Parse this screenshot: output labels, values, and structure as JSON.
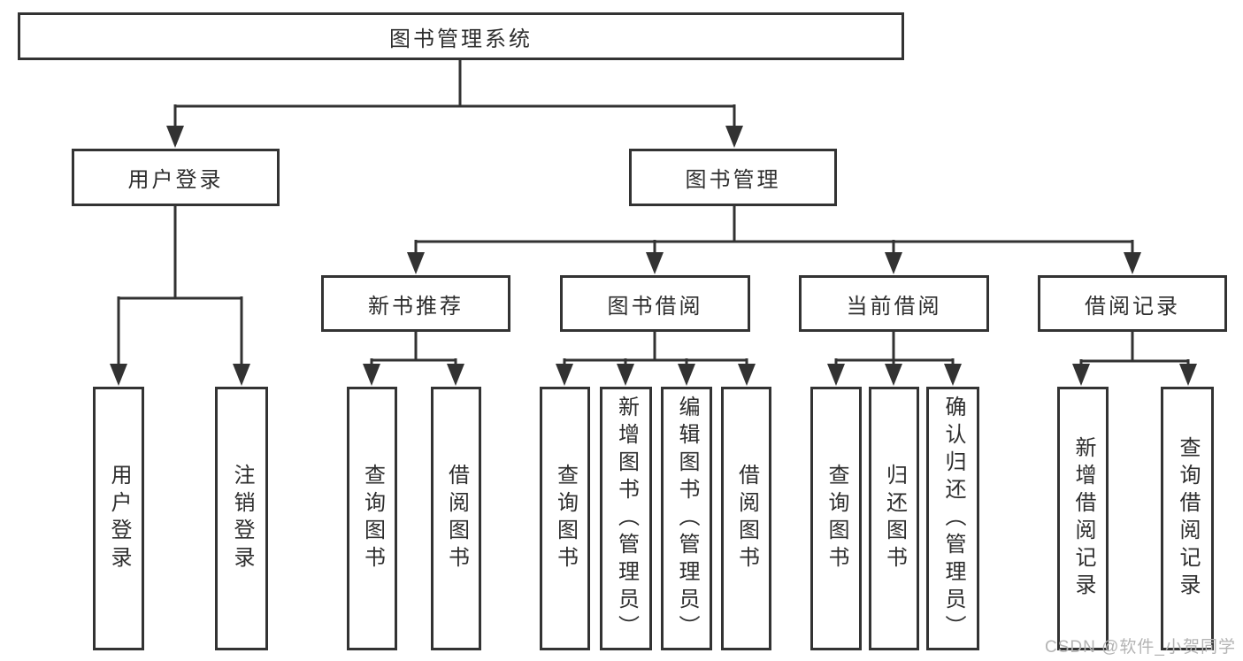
{
  "diagram": {
    "root": {
      "label": "图书管理系统"
    },
    "children": [
      {
        "label": "用户登录",
        "children": [
          {
            "label": "用户登录"
          },
          {
            "label": "注销登录"
          }
        ]
      },
      {
        "label": "图书管理",
        "children": [
          {
            "label": "新书推荐",
            "children": [
              {
                "label": "查询图书"
              },
              {
                "label": "借阅图书"
              }
            ]
          },
          {
            "label": "图书借阅",
            "children": [
              {
                "label": "查询图书"
              },
              {
                "label": "新增图书（管理员）"
              },
              {
                "label": "编辑图书（管理员）"
              },
              {
                "label": "借阅图书"
              }
            ]
          },
          {
            "label": "当前借阅",
            "children": [
              {
                "label": "查询图书"
              },
              {
                "label": "归还图书"
              },
              {
                "label": "确认归还（管理员）"
              }
            ]
          },
          {
            "label": "借阅记录",
            "children": [
              {
                "label": "新增借阅记录"
              },
              {
                "label": "查询借阅记录"
              }
            ]
          }
        ]
      }
    ]
  },
  "watermark": "CSDN @软件_小贺同学",
  "colors": {
    "line": "#323232",
    "box_border": "#333333",
    "text": "#2e2e2e",
    "watermark": "#b4b4b4",
    "background": "#ffffff"
  }
}
